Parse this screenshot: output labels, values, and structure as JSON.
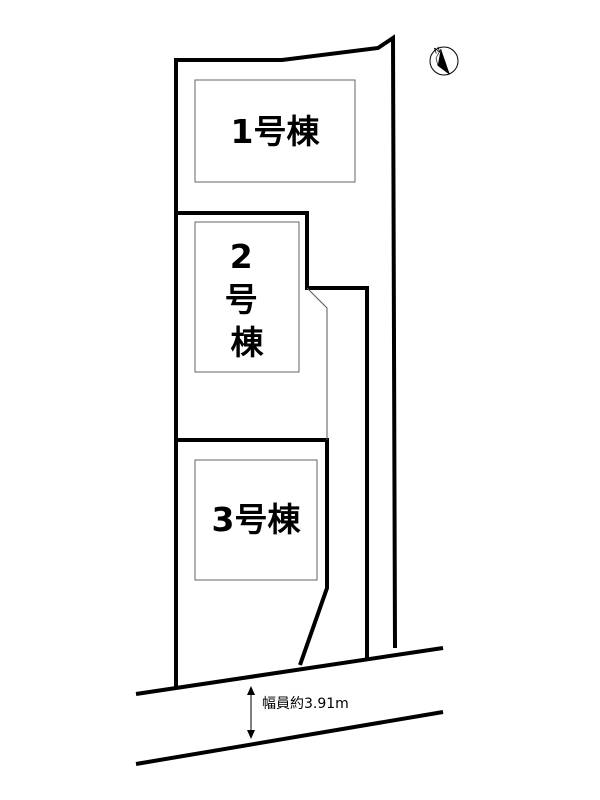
{
  "map": {
    "buildings": [
      {
        "id": "building-1",
        "label": "1号棟"
      },
      {
        "id": "building-2",
        "label": "2\n号\n棟"
      },
      {
        "id": "building-3",
        "label": "3号棟"
      }
    ],
    "road_width_label": "幅員約3.91m",
    "north_label": "N",
    "colors": {
      "line": "#000000",
      "thin_line": "#555555",
      "background": "#ffffff"
    },
    "icons": [
      "north-arrow-icon",
      "double-arrow-icon"
    ]
  }
}
